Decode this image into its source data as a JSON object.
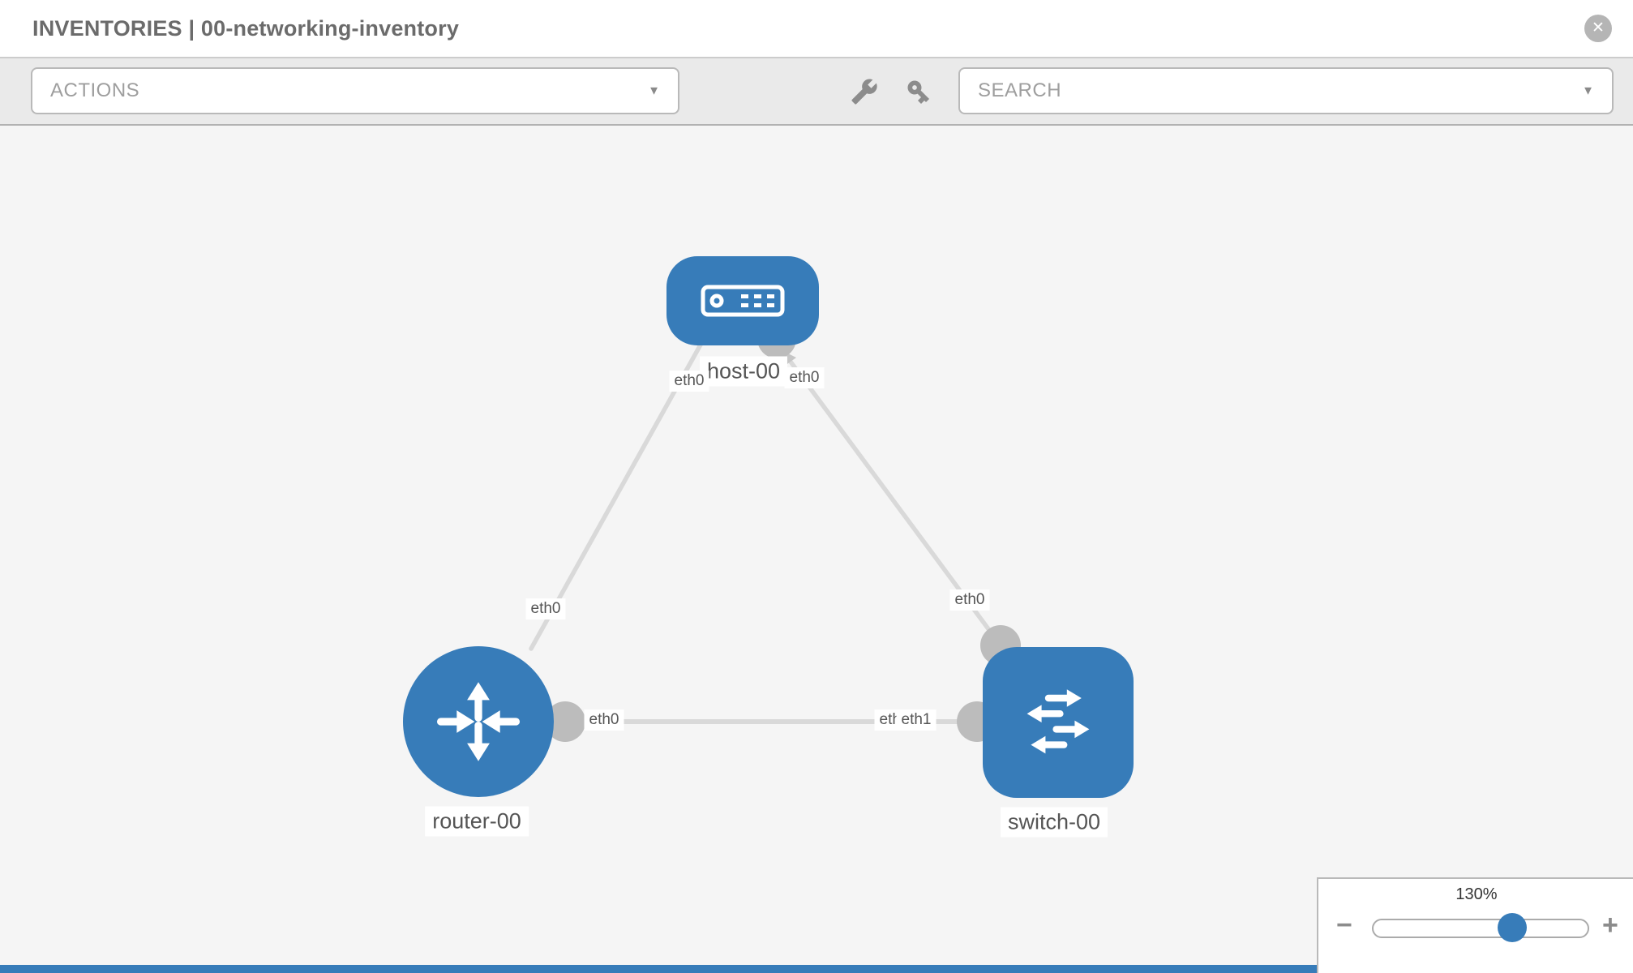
{
  "header": {
    "title": "INVENTORIES | 00-networking-inventory",
    "close_glyph": "✕"
  },
  "toolbar": {
    "actions_label": "ACTIONS",
    "search_label": "SEARCH",
    "caret_glyph": "▼",
    "icons": [
      "wrench-icon",
      "key-icon"
    ]
  },
  "topology": {
    "nodes": [
      {
        "id": "host-00",
        "label": "host-00",
        "type": "host"
      },
      {
        "id": "router-00",
        "label": "router-00",
        "type": "router"
      },
      {
        "id": "switch-00",
        "label": "switch-00",
        "type": "switch"
      }
    ],
    "links": [
      {
        "from": "host-00",
        "to": "router-00",
        "from_if": "eth0",
        "to_if": "eth0"
      },
      {
        "from": "host-00",
        "to": "switch-00",
        "from_if": "eth0",
        "to_if": "eth0"
      },
      {
        "from": "router-00",
        "to": "switch-00",
        "from_if": "eth0",
        "to_if": "eth1"
      }
    ],
    "interface_labels": [
      {
        "text": "eth0"
      },
      {
        "text": "eth0"
      },
      {
        "text": "eth0"
      },
      {
        "text": "eth0"
      },
      {
        "text": "eth0"
      },
      {
        "text": "eth0"
      },
      {
        "text": "eth1"
      }
    ]
  },
  "zoom_panel": {
    "level": "130%",
    "minus_glyph": "−",
    "plus_glyph": "+"
  },
  "colors": {
    "node_blue": "#377cb9",
    "link_gray": "#d9d9d9",
    "interface_dot_gray": "#bcbcbc",
    "canvas_bg": "#f5f5f5",
    "toolbar_bg": "#eaeaea"
  }
}
